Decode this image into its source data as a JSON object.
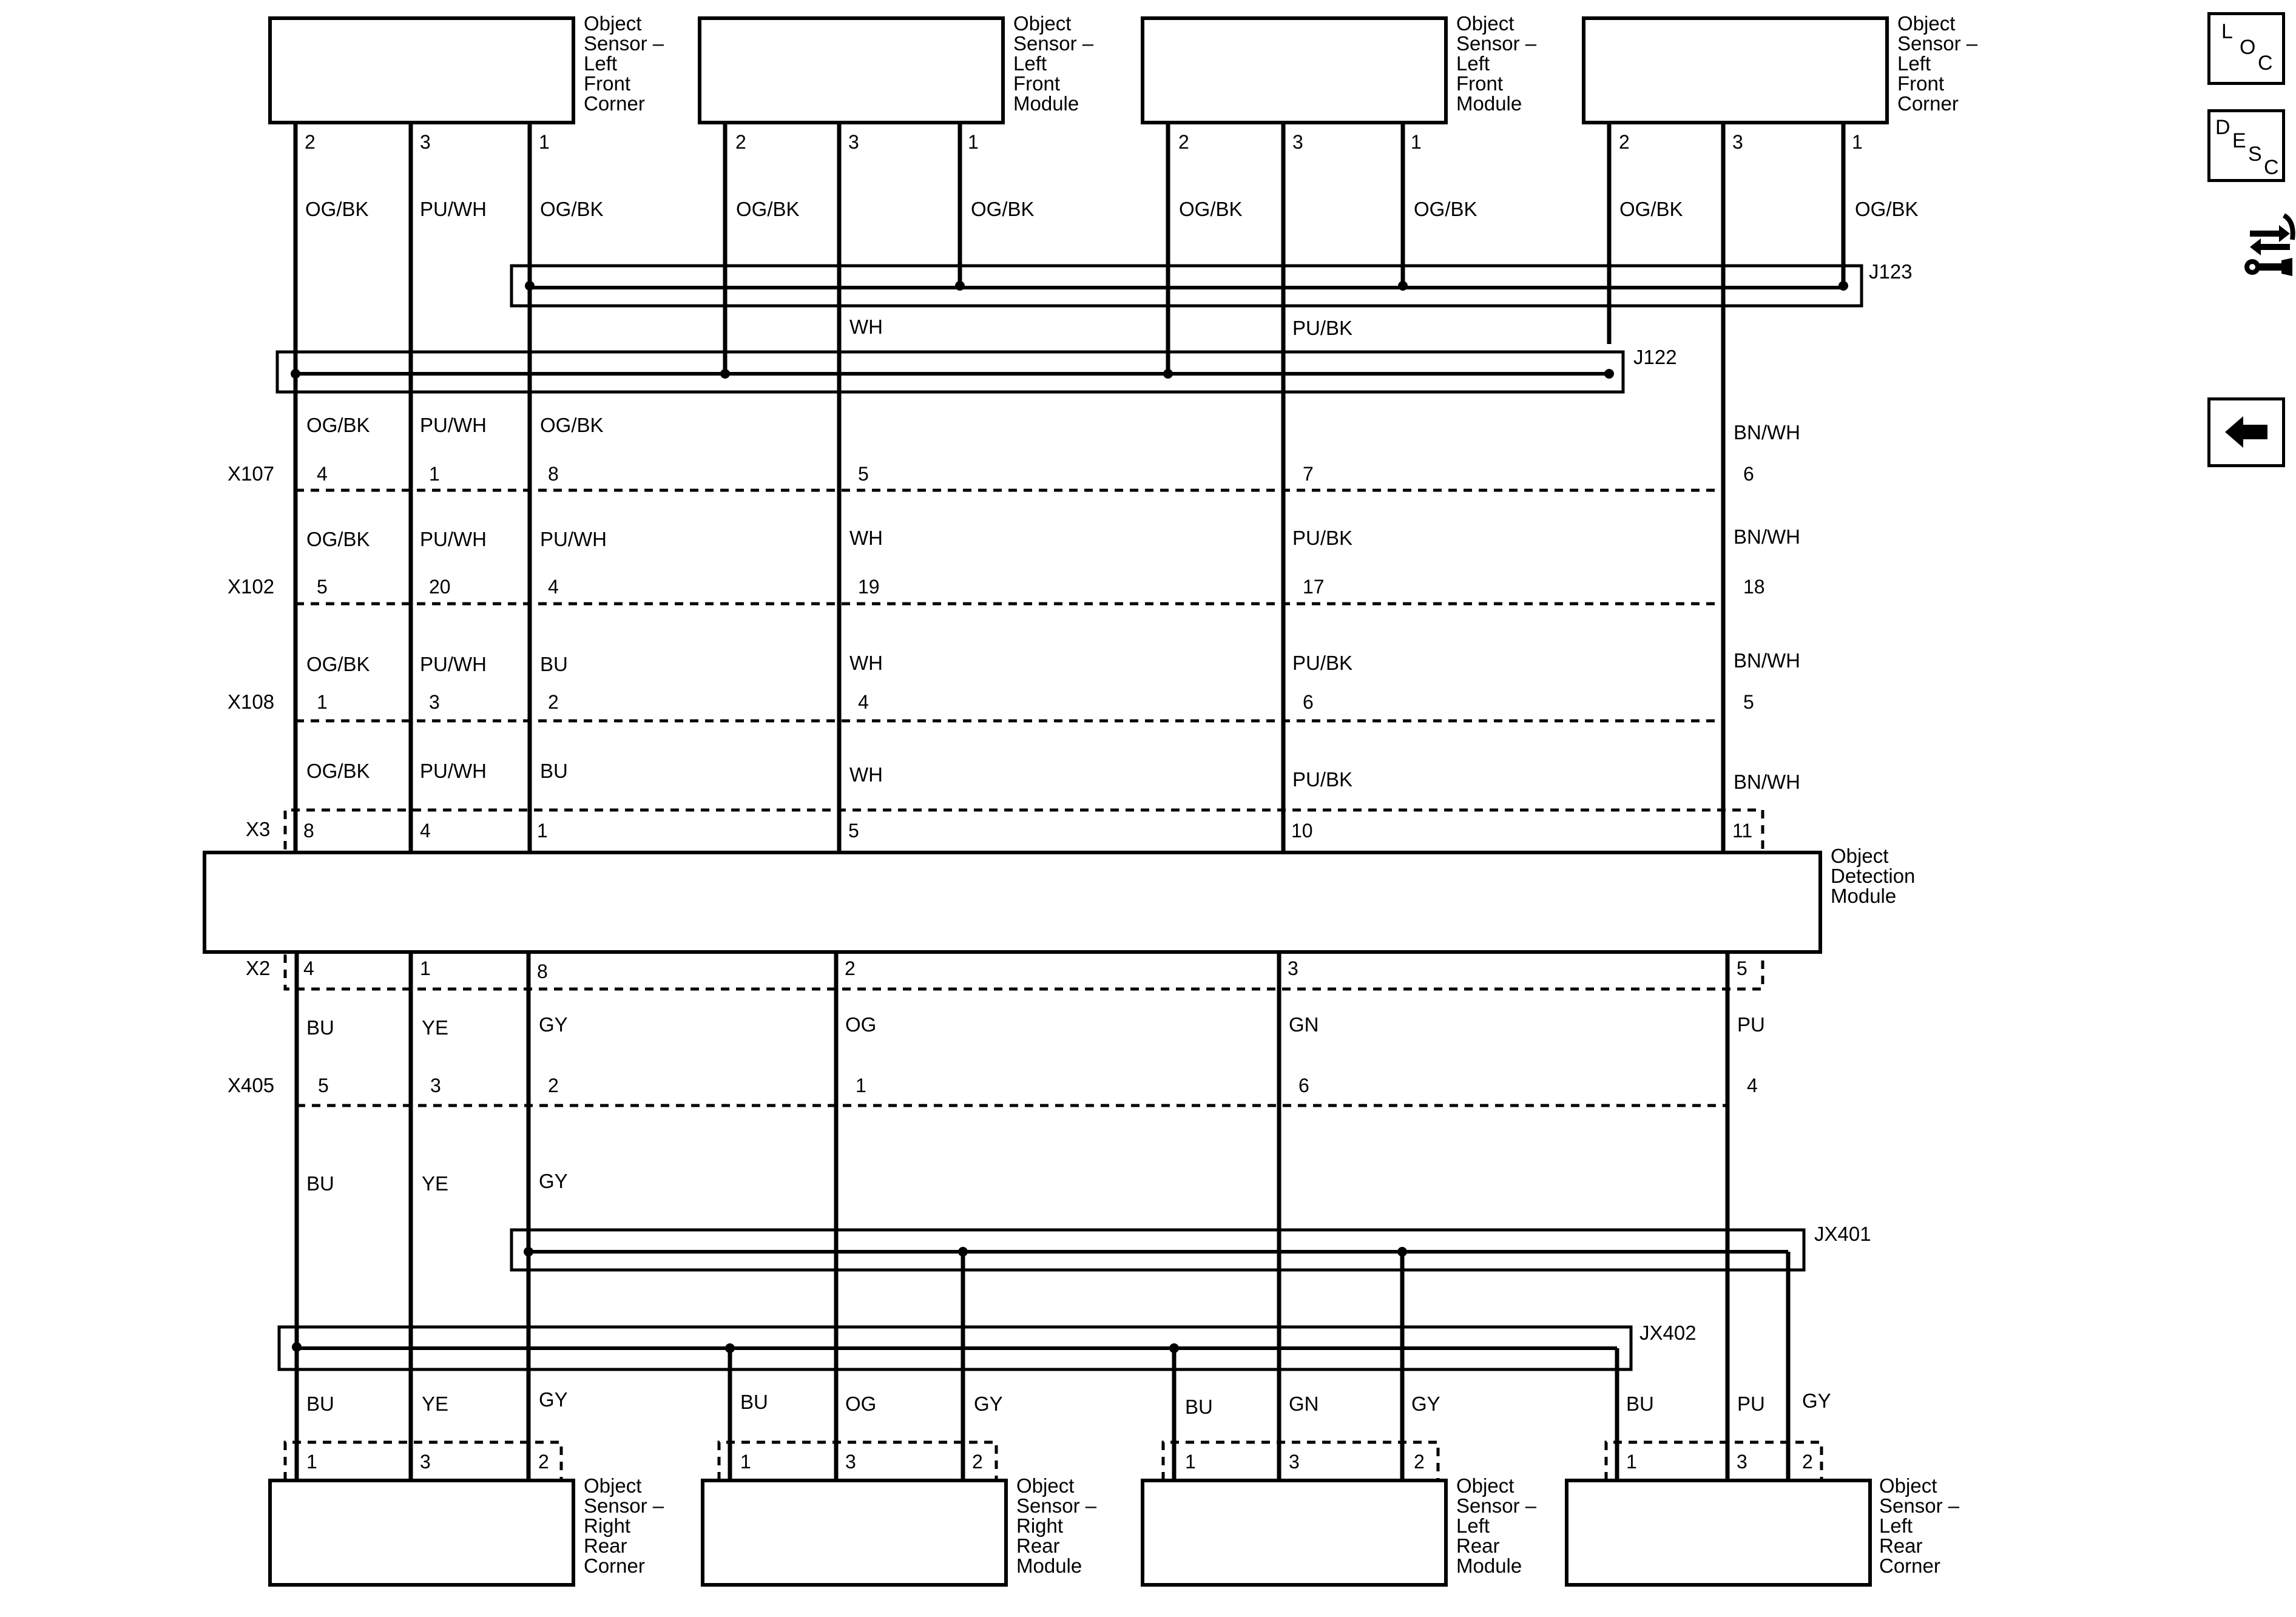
{
  "nav": {
    "loc": [
      "L",
      "O",
      "C"
    ],
    "desc": [
      "D",
      "E",
      "S",
      "C"
    ],
    "icons": [
      "loc-icon",
      "desc-icon",
      "repair-wrench-arrows-icon",
      "back-arrow-icon"
    ]
  },
  "components": {
    "top": [
      {
        "lines": [
          "Object",
          "Sensor –",
          "Left",
          "Front",
          "Corner"
        ]
      },
      {
        "lines": [
          "Object",
          "Sensor –",
          "Left",
          "Front",
          "Module"
        ]
      },
      {
        "lines": [
          "Object",
          "Sensor –",
          "Left",
          "Front",
          "Module"
        ]
      },
      {
        "lines": [
          "Object",
          "Sensor –",
          "Left",
          "Front",
          "Corner"
        ]
      }
    ],
    "module": {
      "lines": [
        "Object",
        "Detection",
        "Module"
      ]
    },
    "bottom": [
      {
        "lines": [
          "Object",
          "Sensor –",
          "Right",
          "Rear",
          "Corner"
        ]
      },
      {
        "lines": [
          "Object",
          "Sensor –",
          "Right",
          "Rear",
          "Module"
        ]
      },
      {
        "lines": [
          "Object",
          "Sensor –",
          "Left",
          "Rear",
          "Module"
        ]
      },
      {
        "lines": [
          "Object",
          "Sensor –",
          "Left",
          "Rear",
          "Corner"
        ]
      }
    ]
  },
  "top_sensor_pins": [
    [
      "2",
      "3",
      "1"
    ],
    [
      "2",
      "3",
      "1"
    ],
    [
      "2",
      "3",
      "1"
    ],
    [
      "2",
      "3",
      "1"
    ]
  ],
  "bottom_sensor_pins": [
    [
      "1",
      "3",
      "2"
    ],
    [
      "1",
      "3",
      "2"
    ],
    [
      "1",
      "3",
      "2"
    ],
    [
      "1",
      "3",
      "2"
    ]
  ],
  "top_sensor_wire_colors": [
    [
      "OG/BK",
      "PU/WH",
      "OG/BK"
    ],
    [
      "OG/BK",
      "",
      "OG/BK"
    ],
    [
      "OG/BK",
      "",
      "OG/BK"
    ],
    [
      "OG/BK",
      "",
      "OG/BK"
    ]
  ],
  "splices": {
    "j123": "J123",
    "j122": "J122",
    "jx401": "JX401",
    "jx402": "JX402",
    "j123_wh": "WH",
    "j123_pubk": "PU/BK"
  },
  "harness_columns": [
    "c1",
    "c2",
    "c3",
    "c4",
    "c5",
    "c6"
  ],
  "upper_bands": [
    {
      "colors": [
        "OG/BK",
        "PU/WH",
        "OG/BK",
        "",
        "",
        "BN/WH"
      ]
    },
    {
      "connector": "X107",
      "pins": [
        "4",
        "1",
        "8",
        "5",
        "7",
        "6"
      ]
    },
    {
      "colors": [
        "OG/BK",
        "PU/WH",
        "PU/WH",
        "WH",
        "PU/BK",
        "BN/WH"
      ]
    },
    {
      "connector": "X102",
      "pins": [
        "5",
        "20",
        "4",
        "19",
        "17",
        "18"
      ]
    },
    {
      "colors": [
        "OG/BK",
        "PU/WH",
        "BU",
        "WH",
        "PU/BK",
        "BN/WH"
      ]
    },
    {
      "connector": "X108",
      "pins": [
        "1",
        "3",
        "2",
        "4",
        "6",
        "5"
      ]
    },
    {
      "colors": [
        "OG/BK",
        "PU/WH",
        "BU",
        "WH",
        "PU/BK",
        "BN/WH"
      ]
    }
  ],
  "x3": {
    "connector": "X3",
    "pins": [
      "8",
      "4",
      "1",
      "5",
      "10",
      "11"
    ]
  },
  "x2": {
    "connector": "X2",
    "pins": [
      "4",
      "1",
      "8",
      "2",
      "3",
      "5"
    ]
  },
  "lower_bands": [
    {
      "colors": [
        "BU",
        "YE",
        "GY",
        "OG",
        "GN",
        "PU"
      ]
    },
    {
      "connector": "X405",
      "pins": [
        "5",
        "3",
        "2",
        "1",
        "6",
        "4"
      ]
    },
    {
      "colors": [
        "BU",
        "YE",
        "GY",
        "",
        "",
        ""
      ]
    }
  ],
  "bottom_sensor_wire_colors": [
    [
      "BU",
      "YE",
      "GY"
    ],
    [
      "BU",
      "OG",
      "GY"
    ],
    [
      "BU",
      "GN",
      "GY"
    ],
    [
      "BU",
      "PU",
      "GY"
    ]
  ]
}
